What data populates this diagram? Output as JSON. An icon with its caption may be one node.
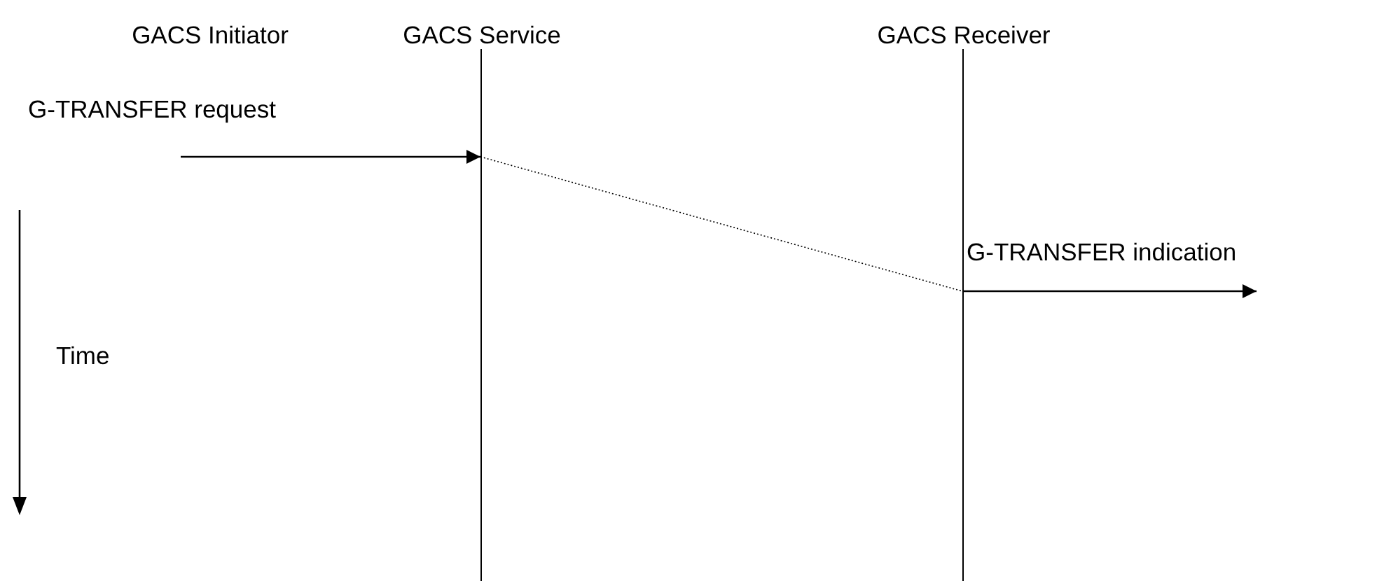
{
  "diagram": {
    "nodes": [
      {
        "text": [
          "GACS Initiator"
        ]
      },
      {
        "text": [
          "GACS Service"
        ]
      },
      {
        "text": [
          "GACS Receiver"
        ]
      }
    ],
    "edges": [
      {
        "from": null,
        "to": 1,
        "arrow": "to",
        "label": "G-TRANSFER request"
      },
      {
        "from": 1,
        "to": 2,
        "arrow": "none",
        "style": "dashed"
      },
      {
        "from": 2,
        "to": null,
        "arrow": "to",
        "label": "G-TRANSFER indication"
      }
    ],
    "labels": [
      "Time"
    ]
  }
}
